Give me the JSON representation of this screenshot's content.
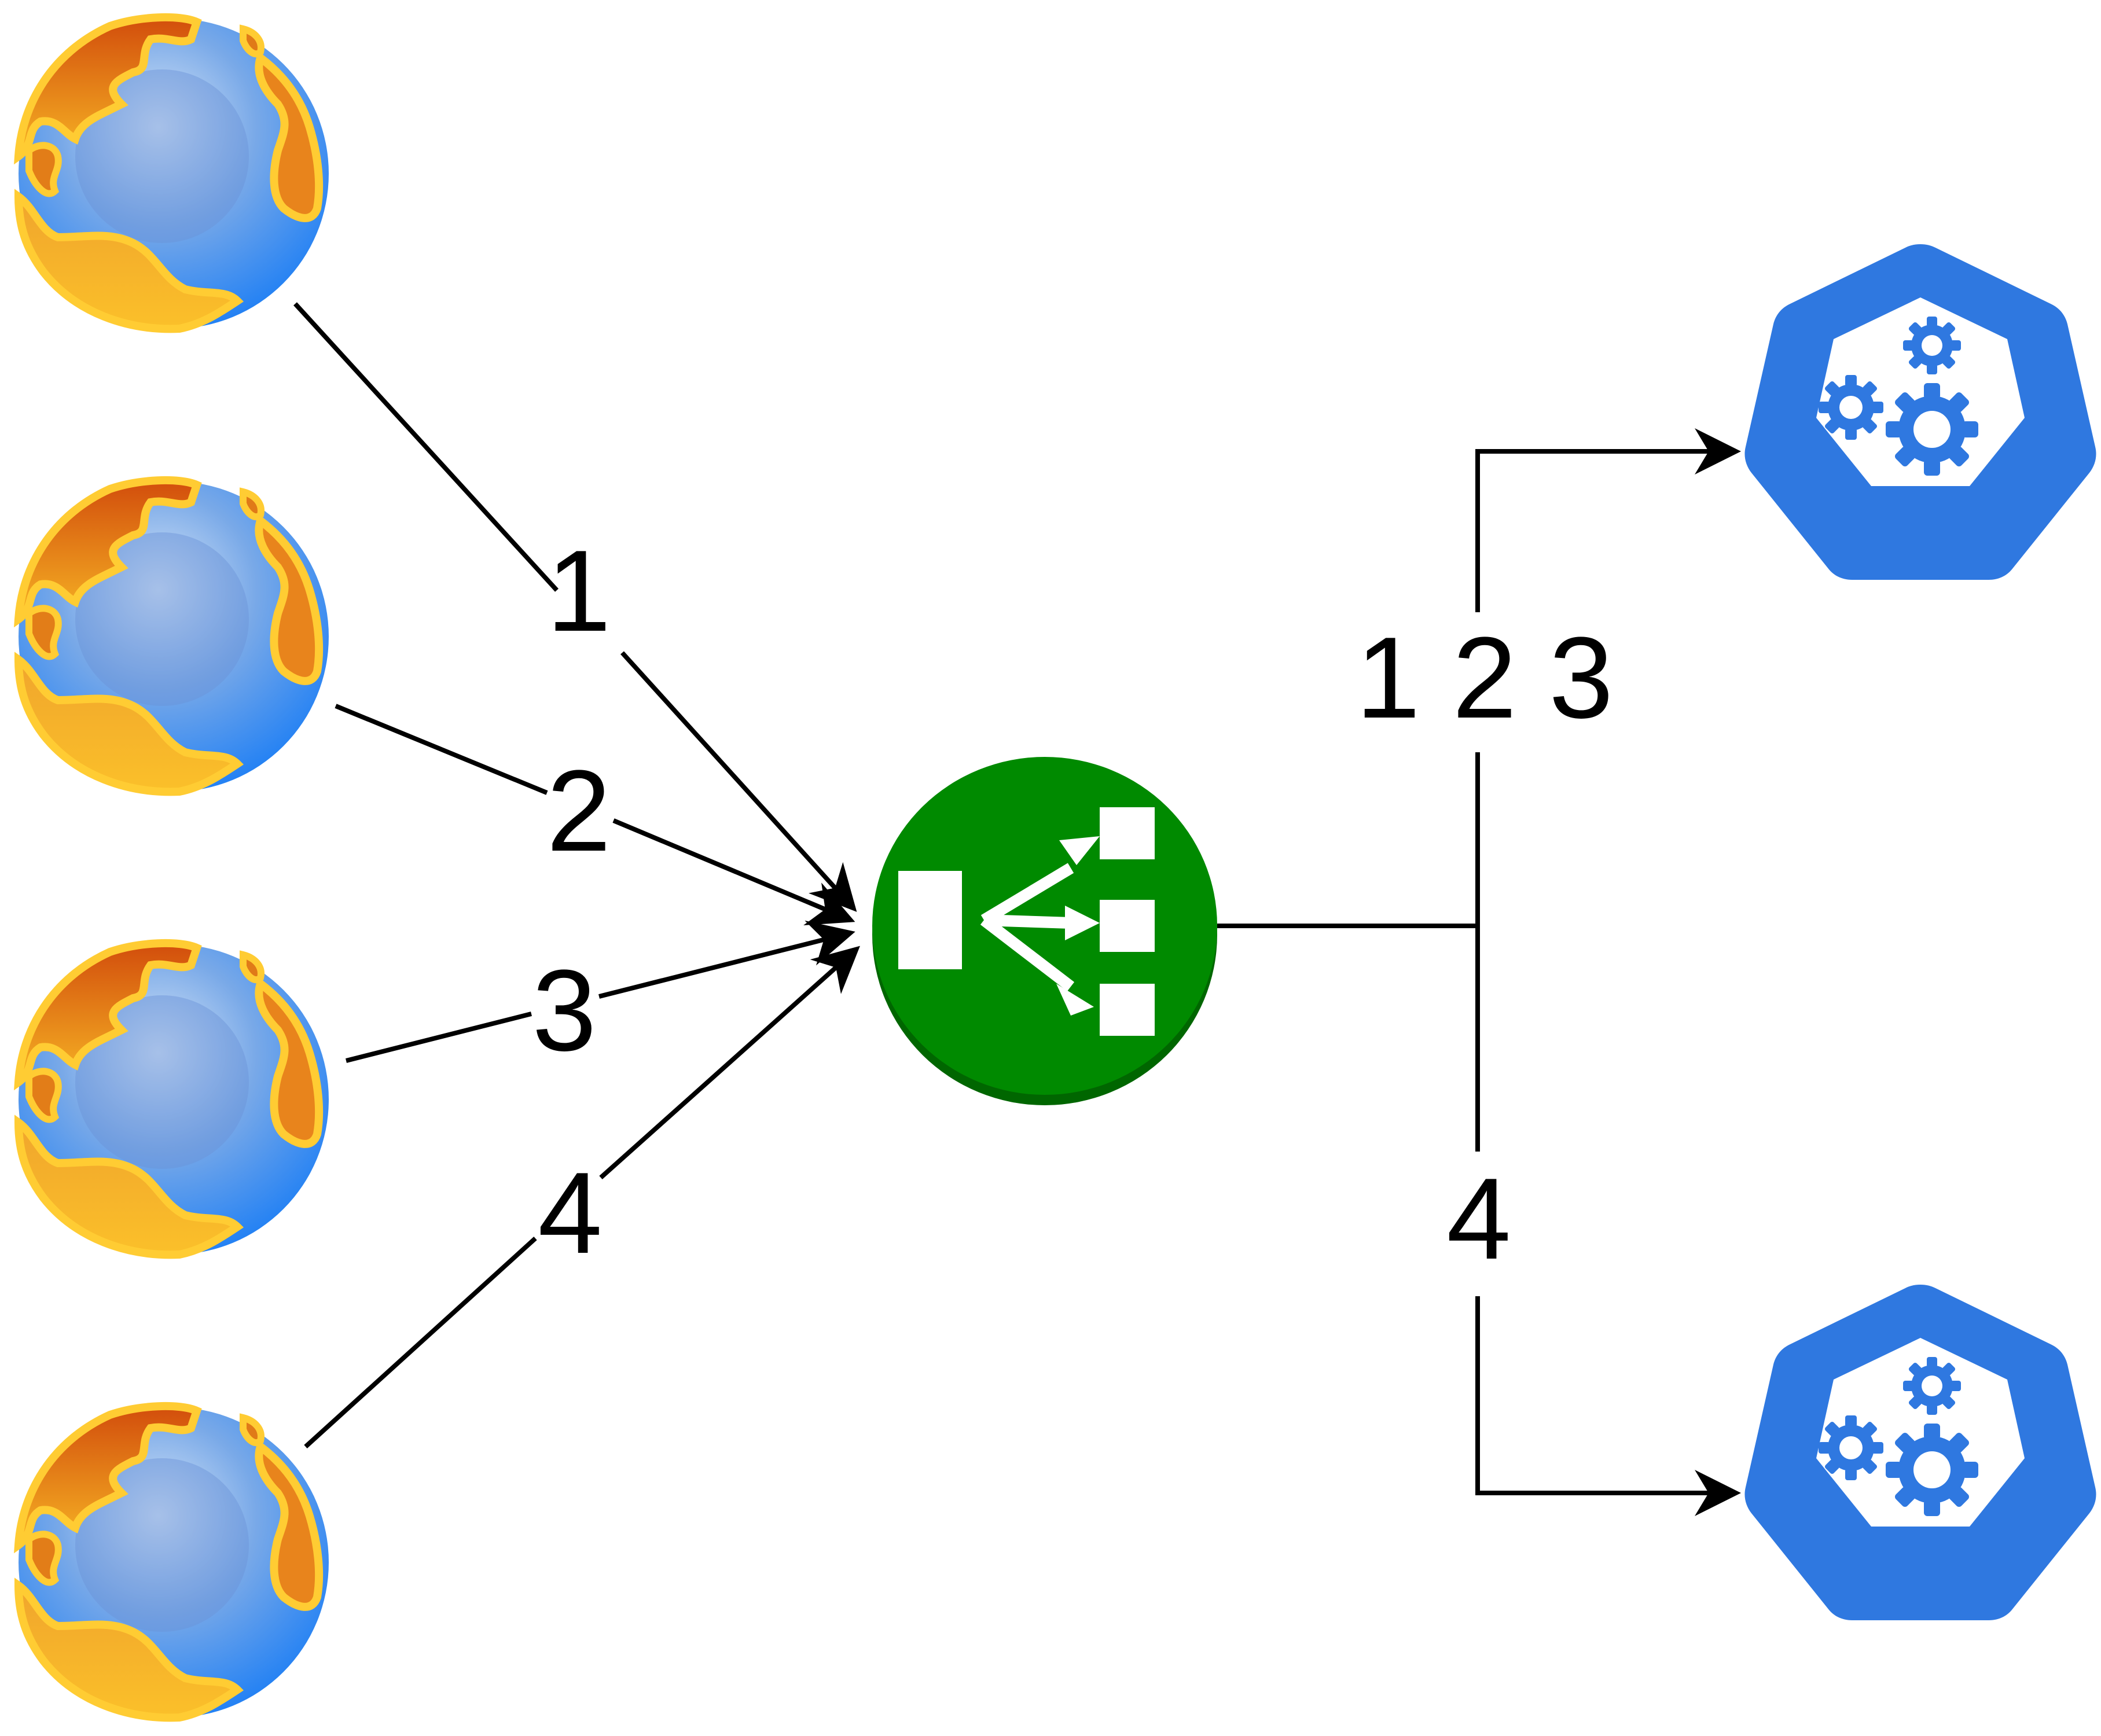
{
  "diagram": {
    "clients": [
      {
        "name": "client-globe-1",
        "label": ""
      },
      {
        "name": "client-globe-2",
        "label": ""
      },
      {
        "name": "client-globe-3",
        "label": ""
      },
      {
        "name": "client-globe-4",
        "label": ""
      }
    ],
    "load_balancer": {
      "icon": "load-balancer-icon",
      "color": "#008a00"
    },
    "nodes": [
      {
        "name": "kubernetes-node-top",
        "icon": "kubernetes-icon",
        "color": "#2f78e0"
      },
      {
        "name": "kubernetes-node-bottom",
        "icon": "kubernetes-icon",
        "color": "#2f78e0"
      }
    ],
    "edge_labels": {
      "client_1": "1",
      "client_2": "2",
      "client_3": "3",
      "client_4": "4",
      "to_top_node": "1 2 3",
      "to_bottom_node": "4"
    },
    "colors": {
      "line": "#000000",
      "globe_blue": "#3d8ff5",
      "globe_land": "#f0a020",
      "globe_land_outline": "#ffcc33",
      "globe_red": "#d9480f"
    }
  }
}
